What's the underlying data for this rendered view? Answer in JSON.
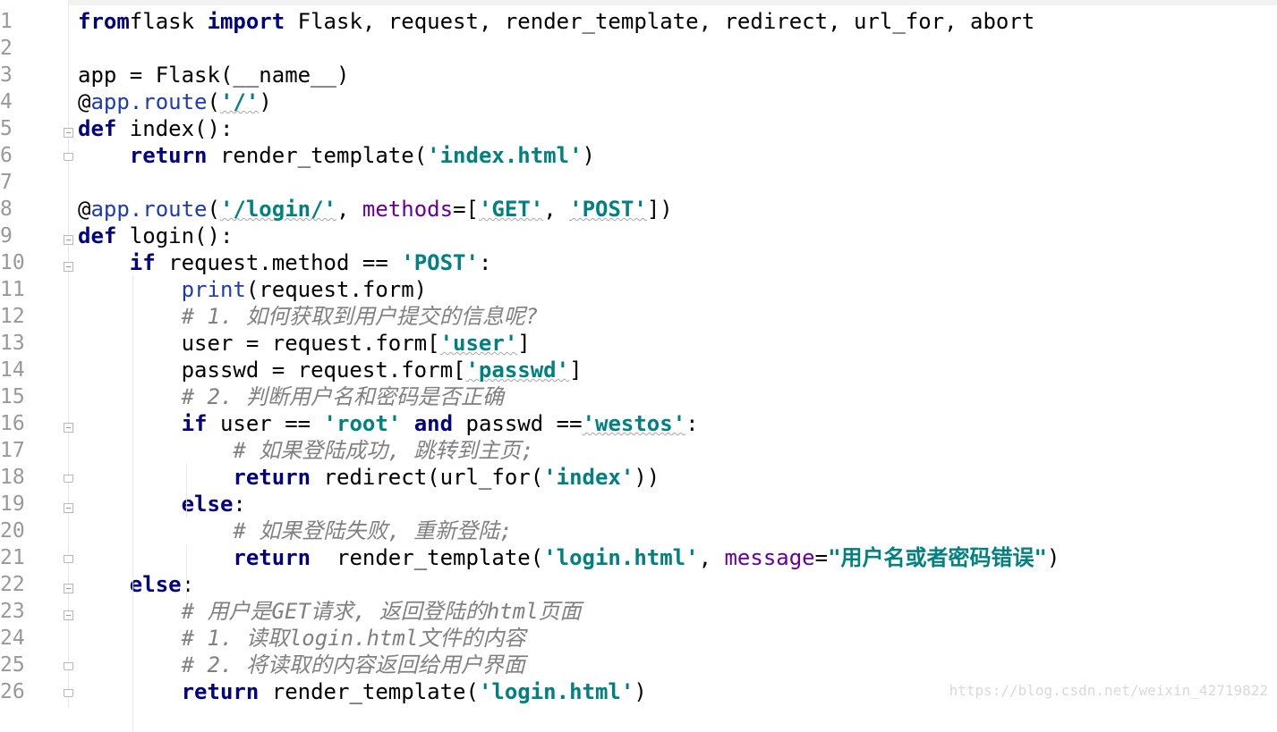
{
  "lines": [
    {
      "n": "1",
      "parts": [
        [
          "kw",
          "from"
        ],
        [
          "",
          "flask "
        ],
        [
          "kw",
          "import"
        ],
        [
          "",
          " Flask, request, render_template, redirect, url_for, abort"
        ]
      ]
    },
    {
      "n": "2",
      "parts": []
    },
    {
      "n": "3",
      "parts": [
        [
          "",
          "app = Flask(__name__)"
        ]
      ]
    },
    {
      "n": "4",
      "parts": [
        [
          "",
          "@"
        ],
        [
          "attr",
          "app.route"
        ],
        [
          "",
          "("
        ],
        [
          "str-u",
          "'/'"
        ],
        [
          "",
          ")"
        ]
      ]
    },
    {
      "n": "5",
      "parts": [
        [
          "kw",
          "def"
        ],
        [
          "",
          " index():"
        ]
      ]
    },
    {
      "n": "6",
      "parts": [
        [
          "",
          "    "
        ],
        [
          "kw",
          "return"
        ],
        [
          "",
          " render_template("
        ],
        [
          "str",
          "'index.html'"
        ],
        [
          "",
          ")"
        ]
      ]
    },
    {
      "n": "7",
      "parts": []
    },
    {
      "n": "8",
      "parts": [
        [
          "",
          "@"
        ],
        [
          "attr",
          "app.route"
        ],
        [
          "",
          "("
        ],
        [
          "str-u",
          "'/login/'"
        ],
        [
          "",
          ", "
        ],
        [
          "param",
          "methods"
        ],
        [
          "",
          "=["
        ],
        [
          "str-u",
          "'GET'"
        ],
        [
          "",
          ", "
        ],
        [
          "str-u",
          "'POST'"
        ],
        [
          "",
          "])"
        ]
      ]
    },
    {
      "n": "9",
      "parts": [
        [
          "kw",
          "def"
        ],
        [
          "",
          " login():"
        ]
      ]
    },
    {
      "n": "10",
      "parts": [
        [
          "",
          "    "
        ],
        [
          "kw",
          "if"
        ],
        [
          "",
          " request.method == "
        ],
        [
          "str",
          "'POST'"
        ],
        [
          "",
          ":"
        ]
      ]
    },
    {
      "n": "11",
      "parts": [
        [
          "",
          "        "
        ],
        [
          "builtin",
          "print"
        ],
        [
          "",
          "(request.form)"
        ]
      ]
    },
    {
      "n": "12",
      "parts": [
        [
          "",
          "        "
        ],
        [
          "cmt",
          "# 1. 如何获取到用户提交的信息呢?"
        ]
      ]
    },
    {
      "n": "13",
      "parts": [
        [
          "",
          "        user = request.form["
        ],
        [
          "str-u",
          "'user'"
        ],
        [
          "",
          "]"
        ]
      ]
    },
    {
      "n": "14",
      "parts": [
        [
          "",
          "        passwd = request.form["
        ],
        [
          "str-u",
          "'passwd'"
        ],
        [
          "",
          "]"
        ]
      ]
    },
    {
      "n": "15",
      "parts": [
        [
          "",
          "        "
        ],
        [
          "cmt",
          "# 2. 判断用户名和密码是否正确"
        ]
      ]
    },
    {
      "n": "16",
      "parts": [
        [
          "",
          "        "
        ],
        [
          "kw",
          "if"
        ],
        [
          "",
          " user == "
        ],
        [
          "str",
          "'root'"
        ],
        [
          "",
          " "
        ],
        [
          "kw",
          "and"
        ],
        [
          "",
          " passwd =="
        ],
        [
          "str-u",
          "'westos'"
        ],
        [
          "",
          ":"
        ]
      ]
    },
    {
      "n": "17",
      "parts": [
        [
          "",
          "            "
        ],
        [
          "cmt",
          "# 如果登陆成功, 跳转到主页;"
        ]
      ]
    },
    {
      "n": "18",
      "parts": [
        [
          "",
          "            "
        ],
        [
          "kw",
          "return"
        ],
        [
          "",
          " redirect(url_for("
        ],
        [
          "str",
          "'index'"
        ],
        [
          "",
          "))"
        ]
      ]
    },
    {
      "n": "19",
      "parts": [
        [
          "",
          "        "
        ],
        [
          "kw",
          "else"
        ],
        [
          "",
          ":"
        ]
      ]
    },
    {
      "n": "20",
      "parts": [
        [
          "",
          "            "
        ],
        [
          "cmt",
          "# 如果登陆失败, 重新登陆;"
        ]
      ]
    },
    {
      "n": "21",
      "parts": [
        [
          "",
          "            "
        ],
        [
          "kw",
          "return"
        ],
        [
          "",
          "  render_template("
        ],
        [
          "str",
          "'login.html'"
        ],
        [
          "",
          ", "
        ],
        [
          "param",
          "message"
        ],
        [
          "",
          "="
        ],
        [
          "str",
          "\"用户名或者密码错误\""
        ],
        [
          "",
          ")"
        ]
      ]
    },
    {
      "n": "22",
      "parts": [
        [
          "",
          "    "
        ],
        [
          "kw",
          "else"
        ],
        [
          "",
          ":"
        ]
      ]
    },
    {
      "n": "23",
      "parts": [
        [
          "",
          "        "
        ],
        [
          "cmt",
          "# 用户是GET请求, 返回登陆的html页面"
        ]
      ]
    },
    {
      "n": "24",
      "parts": [
        [
          "",
          "        "
        ],
        [
          "cmt",
          "# 1. 读取login.html文件的内容"
        ]
      ]
    },
    {
      "n": "25",
      "parts": [
        [
          "",
          "        "
        ],
        [
          "cmt",
          "# 2. 将读取的内容返回给用户界面"
        ]
      ]
    },
    {
      "n": "26",
      "parts": [
        [
          "",
          "        "
        ],
        [
          "kw",
          "return"
        ],
        [
          "",
          " render_template("
        ],
        [
          "str",
          "'login.html'"
        ],
        [
          "",
          ")"
        ]
      ]
    }
  ],
  "folds": [
    {
      "line": 5,
      "type": "open"
    },
    {
      "line": 6,
      "type": "end"
    },
    {
      "line": 9,
      "type": "open"
    },
    {
      "line": 10,
      "type": "open"
    },
    {
      "line": 16,
      "type": "open"
    },
    {
      "line": 18,
      "type": "end"
    },
    {
      "line": 19,
      "type": "open"
    },
    {
      "line": 21,
      "type": "end"
    },
    {
      "line": 22,
      "type": "open"
    },
    {
      "line": 23,
      "type": "open"
    },
    {
      "line": 25,
      "type": "end"
    },
    {
      "line": 26,
      "type": "end"
    }
  ],
  "watermark": "https://blog.csdn.net/weixin_42719822"
}
